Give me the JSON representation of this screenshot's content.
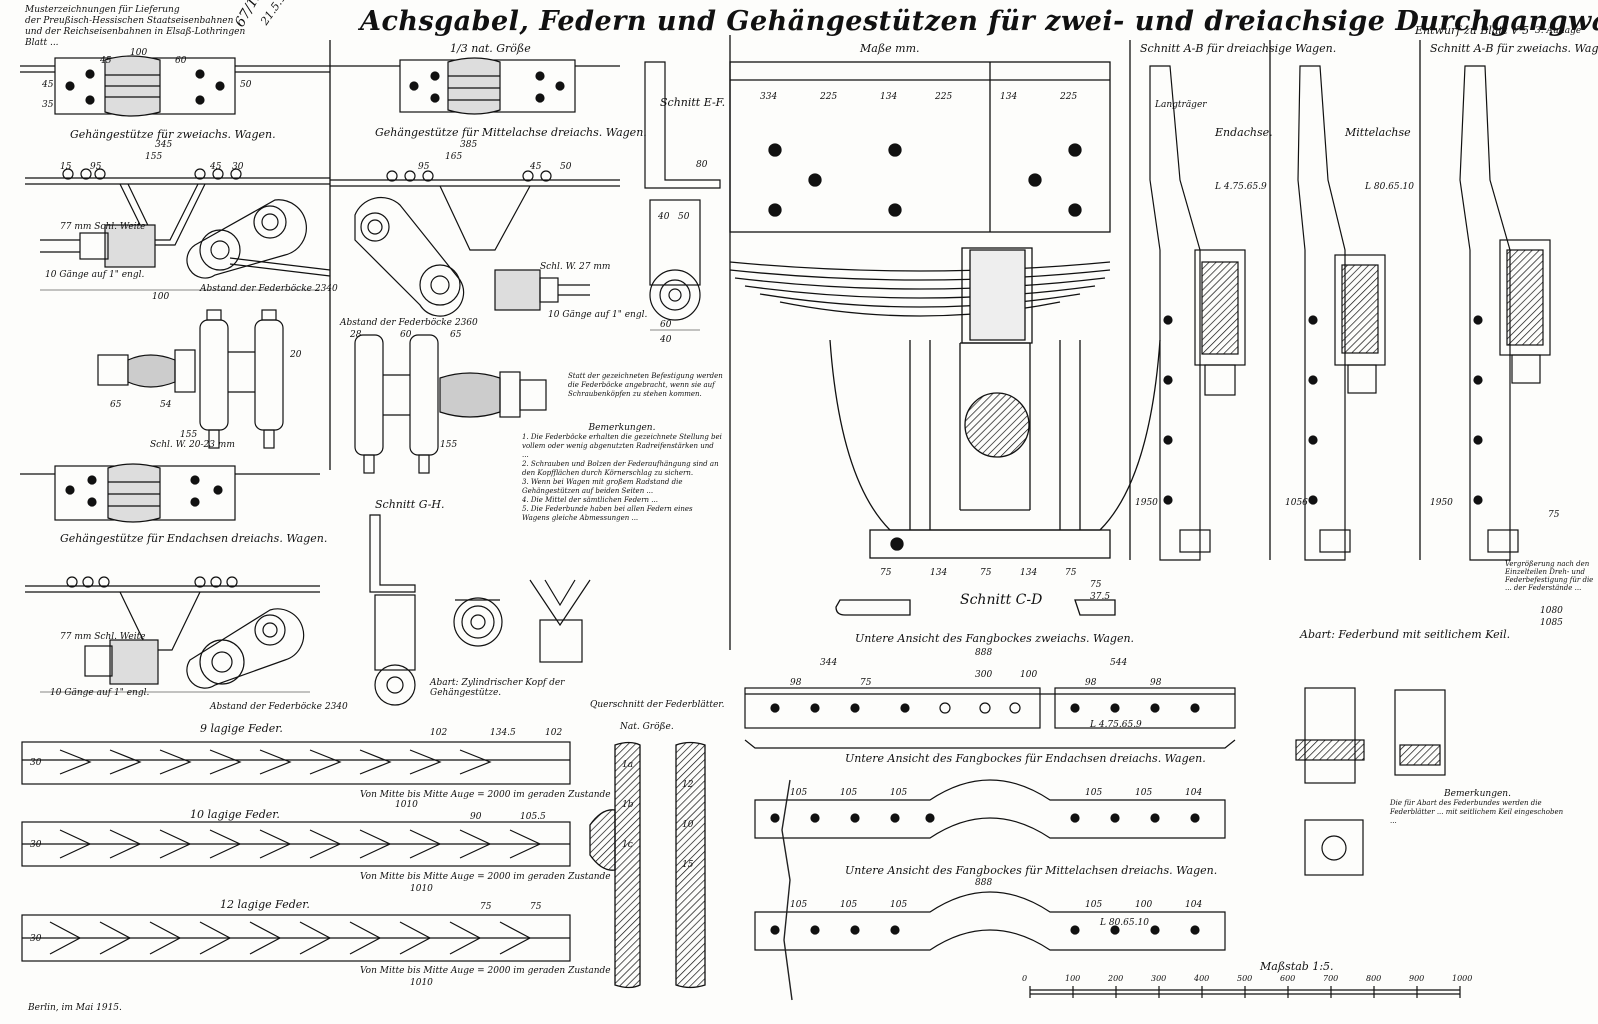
{
  "sheet": {
    "title": "Achsgabel, Federn und Gehängestützen für zwei- und dreiachsige Durchgangwagen.",
    "header_lines": [
      "Musterzeichnungen für Lieferung",
      "der Preußisch-Hessischen Staatseisenbahnen",
      "und der Reichseisenbahnen in Elsaß-Lothringen",
      "Blatt ..."
    ],
    "handwritten_note": [
      "67/12",
      "21.5.15"
    ],
    "sheet_label": "Entwurf zu Blatt V 5",
    "edition": "3. Auflage",
    "footer_left": "Berlin, im Mai 1915.",
    "scale": {
      "label": "Maßstab 1:5.",
      "ticks": [
        "0",
        "100",
        "200",
        "300",
        "400",
        "500",
        "600",
        "700",
        "800",
        "900",
        "1000"
      ]
    }
  },
  "labels": {
    "half_size": "1/3 nat. Größe",
    "dims_mm": "Maße mm.",
    "section_a_b_three": "Schnitt A-B für dreiachsige Wagen.",
    "section_a_b_two": "Schnitt A-B für zweiachs. Wagen.",
    "end_axle": "Endachse.",
    "middle_axle": "Mittelachse",
    "section_e_f": "Schnitt E-F.",
    "section_g_h": "Schnitt G-H.",
    "section_c_d": "Schnitt C-D",
    "hanger_two_axle": "Gehängestütze für zweiachs. Wagen.",
    "hanger_middle_axle": "Gehängestütze für Mittelachse dreiachs. Wagen.",
    "hanger_end_axle": "Gehängestütze für Endachsen dreiachs. Wagen.",
    "spring_distance_1": "Abstand der Federböcke 2340",
    "spring_distance_2": "Abstand der Federböcke 2360",
    "spring_distance_3": "Abstand der Federböcke 2340",
    "cylinder_head": "Abart: Zylindrischer Kopf der Gehängestütze.",
    "spring_band": "Abart: Federbund mit seitlichem Keil.",
    "cross_section": "Querschnitt der Federblätter.",
    "nat_size": "Nat. Größe.",
    "spring_9": "9 lagige Feder.",
    "spring_10": "10 lagige Feder.",
    "spring_12": "12 lagige Feder.",
    "spring_9_note": "Von Mitte bis Mitte Auge = 2000 im geraden Zustande",
    "spring_10_note": "Von Mitte bis Mitte Auge = 2000 im geraden Zustande",
    "spring_12_note": "Von Mitte bis Mitte Auge = 2000 im geraden Zustande",
    "view_two_axle": "Untere Ansicht des Fangbockes zweiachs. Wagen.",
    "view_end_axle": "Untere Ansicht des Fangbockes für Endachsen dreiachs. Wagen.",
    "view_middle_axle": "Untere Ansicht des Fangbockes für Mittelachsen dreiachs. Wagen.",
    "thread_1": "10 Gänge auf 1\" engl.",
    "thread_2": "10 Gänge auf 1\" engl.",
    "thread_3": "10 Gänge auf 1\" engl.",
    "nut_1": "77 mm Schl. Weite",
    "nut_2": "77 mm Schl. Weite",
    "sw_27": "Schl. W. 27 mm",
    "sw_20_23": "Schl. W. 20-23 mm",
    "long_beam": "Langträger",
    "profile_1": "L 4.75.65.9",
    "profile_2": "L 80.65.10",
    "profile_3": "L 4.75.65.9",
    "profile_4": "L 80.65.10",
    "right_side_note": "Vergrößerung nach den Einzelteilen Dreh- und Federbefestigung für die ... der Federstände ..."
  },
  "remarks": {
    "heading": "Bemerkungen.",
    "items": [
      "1. Die Federböcke erhalten die gezeichnete Stellung bei vollem oder wenig abgenutzten Radreifenstärken und ...",
      "2. Schrauben und Bolzen der Federaufhängung sind an den Kopfflächen durch Körnerschlag zu sichern.",
      "3. Wenn bei Wagen mit großem Radstand die Gehängestützen auf beiden Seiten ...",
      "4. Die Mittel der sämtlichen Federn ...",
      "5. Die Federbunde haben bei allen Federn eines Wagens gleiche Abmessungen ..."
    ]
  },
  "remarks_note": "Statt der gezeichneten Befestigung werden die Federböcke angebracht, wenn sie auf Schraubenköpfen zu stehen kommen.",
  "remarks_right": {
    "heading": "Bemerkungen.",
    "text": "Die für Abart des Federbundes werden die Federblätter ... mit seitlichem Keil eingeschoben ..."
  },
  "dimensions": {
    "hanger_top": [
      "100",
      "45",
      "60",
      "50",
      "45",
      "35"
    ],
    "hanger_two": [
      "345",
      "155",
      "95",
      "45",
      "15",
      "30"
    ],
    "hanger_middle": [
      "385",
      "165",
      "95",
      "45",
      "50"
    ],
    "bolt_a": [
      "155",
      "65",
      "54",
      "20",
      "100"
    ],
    "bolt_b": [
      "155",
      "65",
      "60",
      "28"
    ],
    "section_e_f": [
      "40",
      "50",
      "80",
      "60",
      "40"
    ],
    "frame_top": [
      "334",
      "225",
      "134",
      "225",
      "134",
      "225"
    ],
    "c_d_bottom": [
      "75",
      "134",
      "75",
      "134",
      "75",
      "75",
      "37.5"
    ],
    "beam_1": [
      "344",
      "888",
      "544",
      "300",
      "100",
      "98",
      "75",
      "98",
      "98"
    ],
    "beam_2": [
      "105",
      "105",
      "105",
      "105",
      "105",
      "104"
    ],
    "beam_3": [
      "888",
      "105",
      "105",
      "105",
      "105",
      "100",
      "104"
    ],
    "side_right": [
      "1950",
      "1056",
      "1950",
      "1080",
      "1085",
      "75"
    ],
    "spring_9": [
      "102",
      "134.5",
      "102",
      "30"
    ],
    "spring_10": [
      "90",
      "105.5",
      "30"
    ],
    "spring_12": [
      "75",
      "75",
      "30"
    ],
    "spring_totals": [
      "1010",
      "1010",
      "1010"
    ],
    "cross_section": [
      "1a",
      "1b",
      "1c",
      "12",
      "10",
      "15"
    ]
  }
}
